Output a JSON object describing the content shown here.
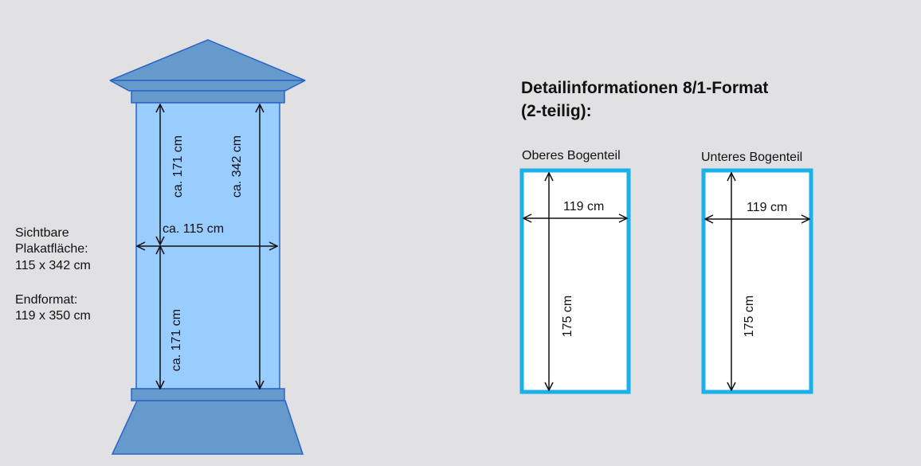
{
  "column": {
    "dim_upper_half": "ca. 171 cm",
    "dim_lower_half": "ca. 171 cm",
    "dim_total_height": "ca. 342 cm",
    "dim_width": "ca. 115 cm",
    "colors": {
      "structure": "#6699cc",
      "panel": "#99ccff",
      "outline": "#2b64c8"
    }
  },
  "info": {
    "visible_area_line1": "Sichtbare",
    "visible_area_line2": "Plakatfläche:",
    "visible_area_value": "115 x 342 cm",
    "final_format_label": "Endformat:",
    "final_format_value": "119 x 350 cm"
  },
  "details": {
    "title_line1": "Detailinformationen 8/1-Format",
    "title_line2": "(2-teilig):",
    "parts": [
      {
        "name": "Oberes Bogenteil",
        "width": "119 cm",
        "height": "175 cm"
      },
      {
        "name": "Unteres Bogenteil",
        "width": "119 cm",
        "height": "175 cm"
      }
    ],
    "colors": {
      "frame": "#1ab0ea",
      "fill": "#ffffff"
    }
  }
}
